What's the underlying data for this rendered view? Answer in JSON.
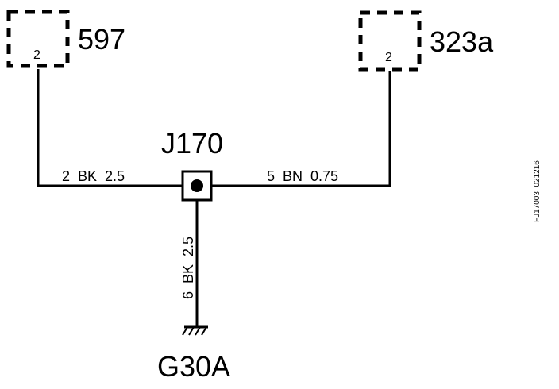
{
  "connectors": [
    {
      "id": "597",
      "pin": "2"
    },
    {
      "id": "323a",
      "pin": "2"
    }
  ],
  "splice": {
    "id": "J170"
  },
  "wires": [
    {
      "label": "2  BK  2.5"
    },
    {
      "label": "5  BN  0.75"
    },
    {
      "label": "6  BK  2.5"
    }
  ],
  "ground": {
    "id": "G30A"
  },
  "figure_ref": "FJ17003  021216"
}
